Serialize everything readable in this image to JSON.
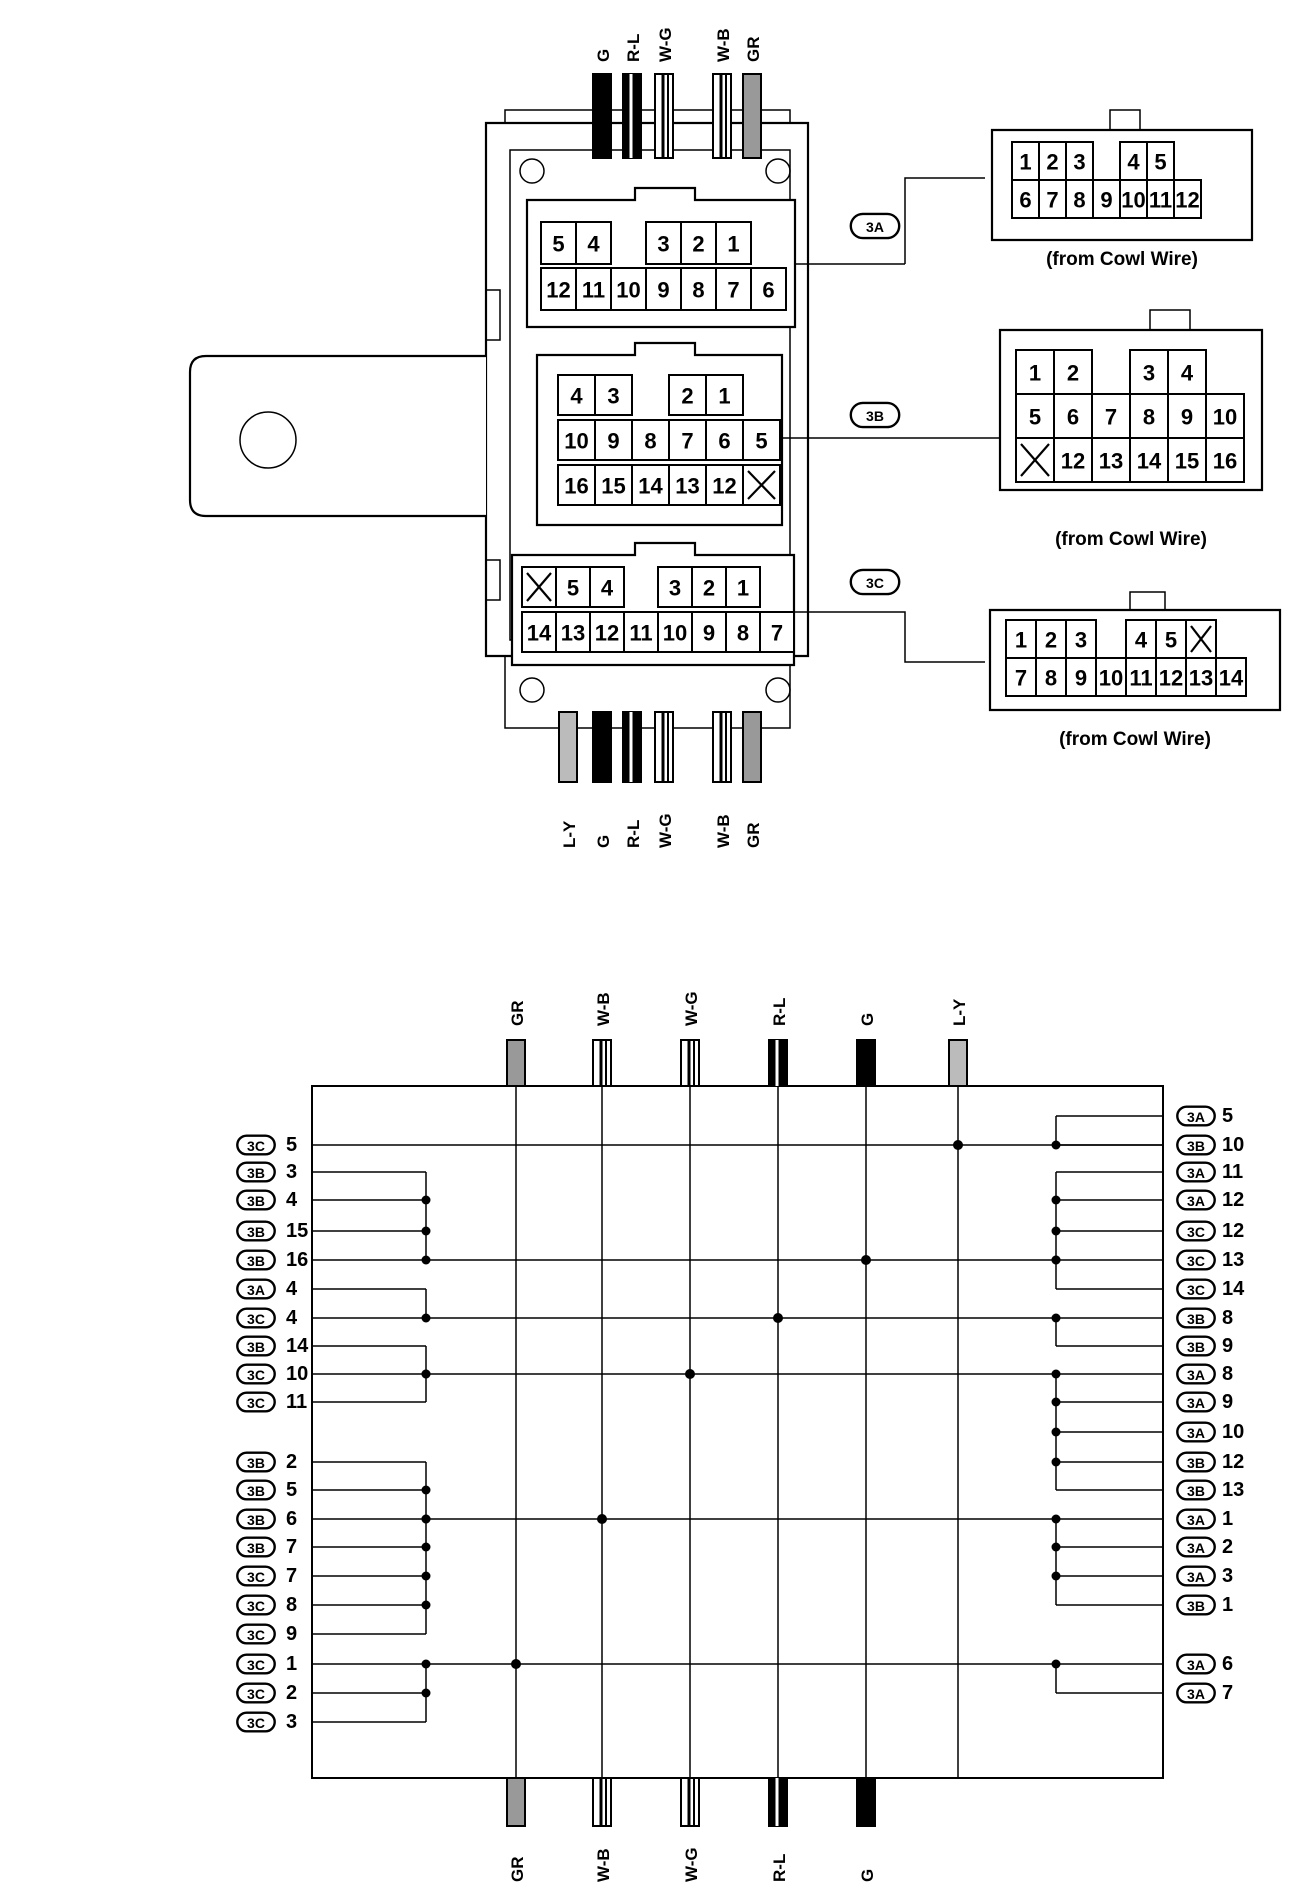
{
  "top_wires": [
    "G",
    "R-L",
    "W-G",
    "W-B",
    "GR"
  ],
  "bottom_wires": [
    "L-Y",
    "G",
    "R-L",
    "W-G",
    "W-B",
    "GR"
  ],
  "colors": {
    "G": "#000000",
    "R-L": "#000000",
    "W-G": "#ffffff",
    "W-B": "#ffffff",
    "GR": "#999999",
    "L-Y": "#bbbbbb"
  },
  "block_connectors": {
    "3A": {
      "rows": [
        [
          "5",
          "4",
          "",
          "3",
          "2",
          "1"
        ],
        [
          "12",
          "11",
          "10",
          "9",
          "8",
          "7",
          "6"
        ]
      ]
    },
    "3B": {
      "rows": [
        [
          "4",
          "3",
          "",
          "2",
          "1"
        ],
        [
          "10",
          "9",
          "8",
          "7",
          "6",
          "5"
        ],
        [
          "16",
          "15",
          "14",
          "13",
          "12",
          "X"
        ]
      ]
    },
    "3C": {
      "rows": [
        [
          "X",
          "5",
          "4",
          "",
          "3",
          "2",
          "1"
        ],
        [
          "14",
          "13",
          "12",
          "11",
          "10",
          "9",
          "8",
          "7"
        ]
      ]
    }
  },
  "badges": [
    "3A",
    "3B",
    "3C"
  ],
  "cowl_connectors": {
    "3A": {
      "rows": [
        [
          "1",
          "2",
          "3",
          "",
          "4",
          "5"
        ],
        [
          "6",
          "7",
          "8",
          "9",
          "10",
          "11",
          "12"
        ]
      ],
      "caption": "(from Cowl Wire)"
    },
    "3B": {
      "rows": [
        [
          "1",
          "2",
          "",
          "3",
          "4"
        ],
        [
          "5",
          "6",
          "7",
          "8",
          "9",
          "10"
        ],
        [
          "X",
          "12",
          "13",
          "14",
          "15",
          "16"
        ]
      ],
      "caption": "(from Cowl Wire)"
    },
    "3C": {
      "rows": [
        [
          "1",
          "2",
          "3",
          "",
          "4",
          "5",
          "X"
        ],
        [
          "7",
          "8",
          "9",
          "10",
          "11",
          "12",
          "13",
          "14"
        ]
      ],
      "caption": "(from Cowl Wire)"
    }
  },
  "schematic": {
    "wires_top": [
      "GR",
      "W-B",
      "W-G",
      "R-L",
      "G",
      "L-Y"
    ],
    "wires_bottom": [
      "GR",
      "W-B",
      "W-G",
      "R-L",
      "G"
    ],
    "left_terminals": [
      {
        "conn": "3C",
        "pin": "5"
      },
      {
        "conn": "3B",
        "pin": "3"
      },
      {
        "conn": "3B",
        "pin": "4"
      },
      {
        "conn": "3B",
        "pin": "15"
      },
      {
        "conn": "3B",
        "pin": "16"
      },
      {
        "conn": "3A",
        "pin": "4"
      },
      {
        "conn": "3C",
        "pin": "4"
      },
      {
        "conn": "3B",
        "pin": "14"
      },
      {
        "conn": "3C",
        "pin": "10"
      },
      {
        "conn": "3C",
        "pin": "11"
      },
      {
        "conn": "3B",
        "pin": "2"
      },
      {
        "conn": "3B",
        "pin": "5"
      },
      {
        "conn": "3B",
        "pin": "6"
      },
      {
        "conn": "3B",
        "pin": "7"
      },
      {
        "conn": "3C",
        "pin": "7"
      },
      {
        "conn": "3C",
        "pin": "8"
      },
      {
        "conn": "3C",
        "pin": "9"
      },
      {
        "conn": "3C",
        "pin": "1"
      },
      {
        "conn": "3C",
        "pin": "2"
      },
      {
        "conn": "3C",
        "pin": "3"
      }
    ],
    "right_terminals": [
      {
        "conn": "3A",
        "pin": "5"
      },
      {
        "conn": "3B",
        "pin": "10"
      },
      {
        "conn": "3A",
        "pin": "11"
      },
      {
        "conn": "3A",
        "pin": "12"
      },
      {
        "conn": "3C",
        "pin": "12"
      },
      {
        "conn": "3C",
        "pin": "13"
      },
      {
        "conn": "3C",
        "pin": "14"
      },
      {
        "conn": "3B",
        "pin": "8"
      },
      {
        "conn": "3B",
        "pin": "9"
      },
      {
        "conn": "3A",
        "pin": "8"
      },
      {
        "conn": "3A",
        "pin": "9"
      },
      {
        "conn": "3A",
        "pin": "10"
      },
      {
        "conn": "3B",
        "pin": "12"
      },
      {
        "conn": "3B",
        "pin": "13"
      },
      {
        "conn": "3A",
        "pin": "1"
      },
      {
        "conn": "3A",
        "pin": "2"
      },
      {
        "conn": "3A",
        "pin": "3"
      },
      {
        "conn": "3B",
        "pin": "1"
      },
      {
        "conn": "3A",
        "pin": "6"
      },
      {
        "conn": "3A",
        "pin": "7"
      }
    ]
  }
}
